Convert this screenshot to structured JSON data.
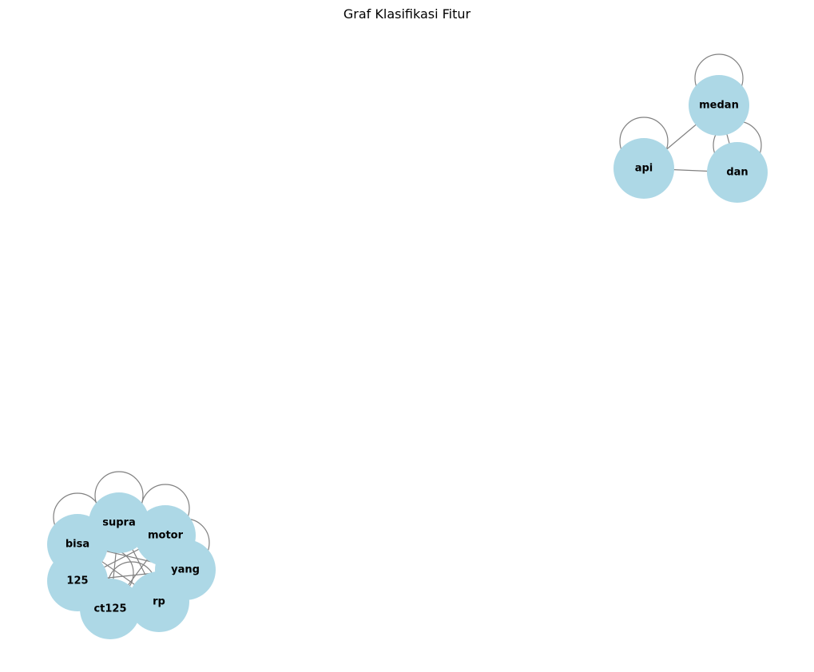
{
  "title": "Graf Klasifikasi Fitur",
  "style": {
    "node_color": "#add8e6",
    "edge_color": "#808080",
    "label_color": "#000000"
  },
  "graph": {
    "nodes": [
      {
        "id": "medan"
      },
      {
        "id": "api"
      },
      {
        "id": "dan"
      },
      {
        "id": "supra"
      },
      {
        "id": "bisa"
      },
      {
        "id": "motor"
      },
      {
        "id": "yang"
      },
      {
        "id": "125"
      },
      {
        "id": "ct125"
      },
      {
        "id": "rp"
      }
    ],
    "edges": [
      [
        "medan",
        "medan"
      ],
      [
        "api",
        "api"
      ],
      [
        "dan",
        "dan"
      ],
      [
        "medan",
        "api"
      ],
      [
        "medan",
        "dan"
      ],
      [
        "api",
        "dan"
      ],
      [
        "supra",
        "supra"
      ],
      [
        "bisa",
        "bisa"
      ],
      [
        "motor",
        "motor"
      ],
      [
        "yang",
        "yang"
      ],
      [
        "125",
        "125"
      ],
      [
        "rp",
        "rp"
      ],
      [
        "bisa",
        "rp"
      ],
      [
        "bisa",
        "yang"
      ],
      [
        "bisa",
        "ct125"
      ],
      [
        "supra",
        "rp"
      ],
      [
        "supra",
        "ct125"
      ],
      [
        "motor",
        "125"
      ],
      [
        "motor",
        "ct125"
      ],
      [
        "motor",
        "rp"
      ],
      [
        "125",
        "yang"
      ],
      [
        "125",
        "rp"
      ],
      [
        "ct125",
        "yang"
      ],
      [
        "yang",
        "rp"
      ],
      [
        "supra",
        "yang"
      ],
      [
        "bisa",
        "motor"
      ]
    ]
  }
}
